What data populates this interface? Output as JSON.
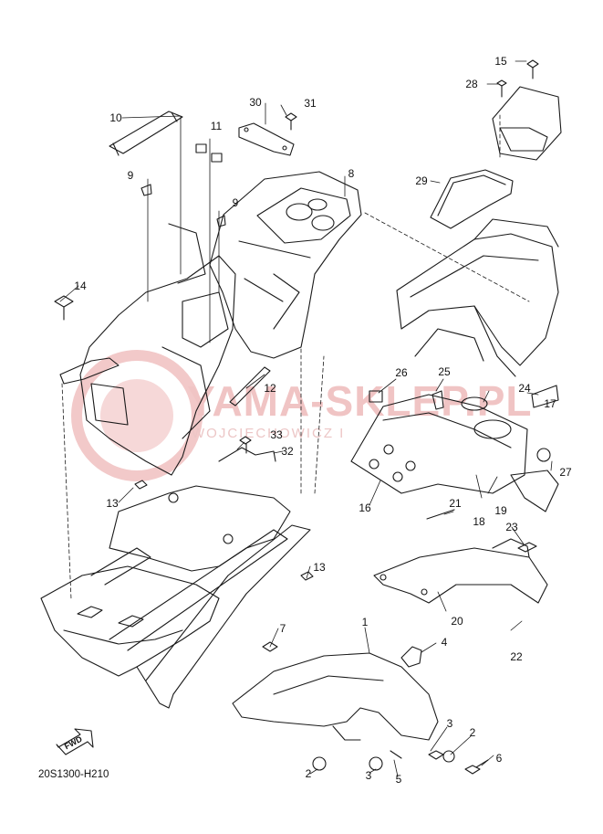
{
  "diagram_code": "20S1300-H210",
  "forward_label": "FWD",
  "watermark": {
    "brand": "YAMA-SKLEP.PL",
    "tagline": "WOJCIECHOWICZ I"
  },
  "callouts": [
    {
      "id": "c1",
      "text": "1"
    },
    {
      "id": "c2a",
      "text": "2"
    },
    {
      "id": "c2b",
      "text": "2"
    },
    {
      "id": "c3a",
      "text": "3"
    },
    {
      "id": "c3b",
      "text": "3"
    },
    {
      "id": "c4",
      "text": "4"
    },
    {
      "id": "c5",
      "text": "5"
    },
    {
      "id": "c6",
      "text": "6"
    },
    {
      "id": "c7",
      "text": "7"
    },
    {
      "id": "c8",
      "text": "8"
    },
    {
      "id": "c9a",
      "text": "9"
    },
    {
      "id": "c9b",
      "text": "9"
    },
    {
      "id": "c10",
      "text": "10"
    },
    {
      "id": "c11",
      "text": "11"
    },
    {
      "id": "c12",
      "text": "12"
    },
    {
      "id": "c13a",
      "text": "13"
    },
    {
      "id": "c13b",
      "text": "13"
    },
    {
      "id": "c14",
      "text": "14"
    },
    {
      "id": "c15",
      "text": "15"
    },
    {
      "id": "c16",
      "text": "16"
    },
    {
      "id": "c17",
      "text": "17"
    },
    {
      "id": "c18",
      "text": "18"
    },
    {
      "id": "c19",
      "text": "19"
    },
    {
      "id": "c20",
      "text": "20"
    },
    {
      "id": "c21",
      "text": "21"
    },
    {
      "id": "c22",
      "text": "22"
    },
    {
      "id": "c23",
      "text": "23"
    },
    {
      "id": "c24",
      "text": "24"
    },
    {
      "id": "c25",
      "text": "25"
    },
    {
      "id": "c26",
      "text": "26"
    },
    {
      "id": "c27",
      "text": "27"
    },
    {
      "id": "c28",
      "text": "28"
    },
    {
      "id": "c29",
      "text": "29"
    },
    {
      "id": "c30",
      "text": "30"
    },
    {
      "id": "c31",
      "text": "31"
    },
    {
      "id": "c32",
      "text": "32"
    },
    {
      "id": "c33",
      "text": "33"
    }
  ],
  "colors": {
    "line": "#1a1a1a",
    "watermark": "#e9b4b4"
  }
}
